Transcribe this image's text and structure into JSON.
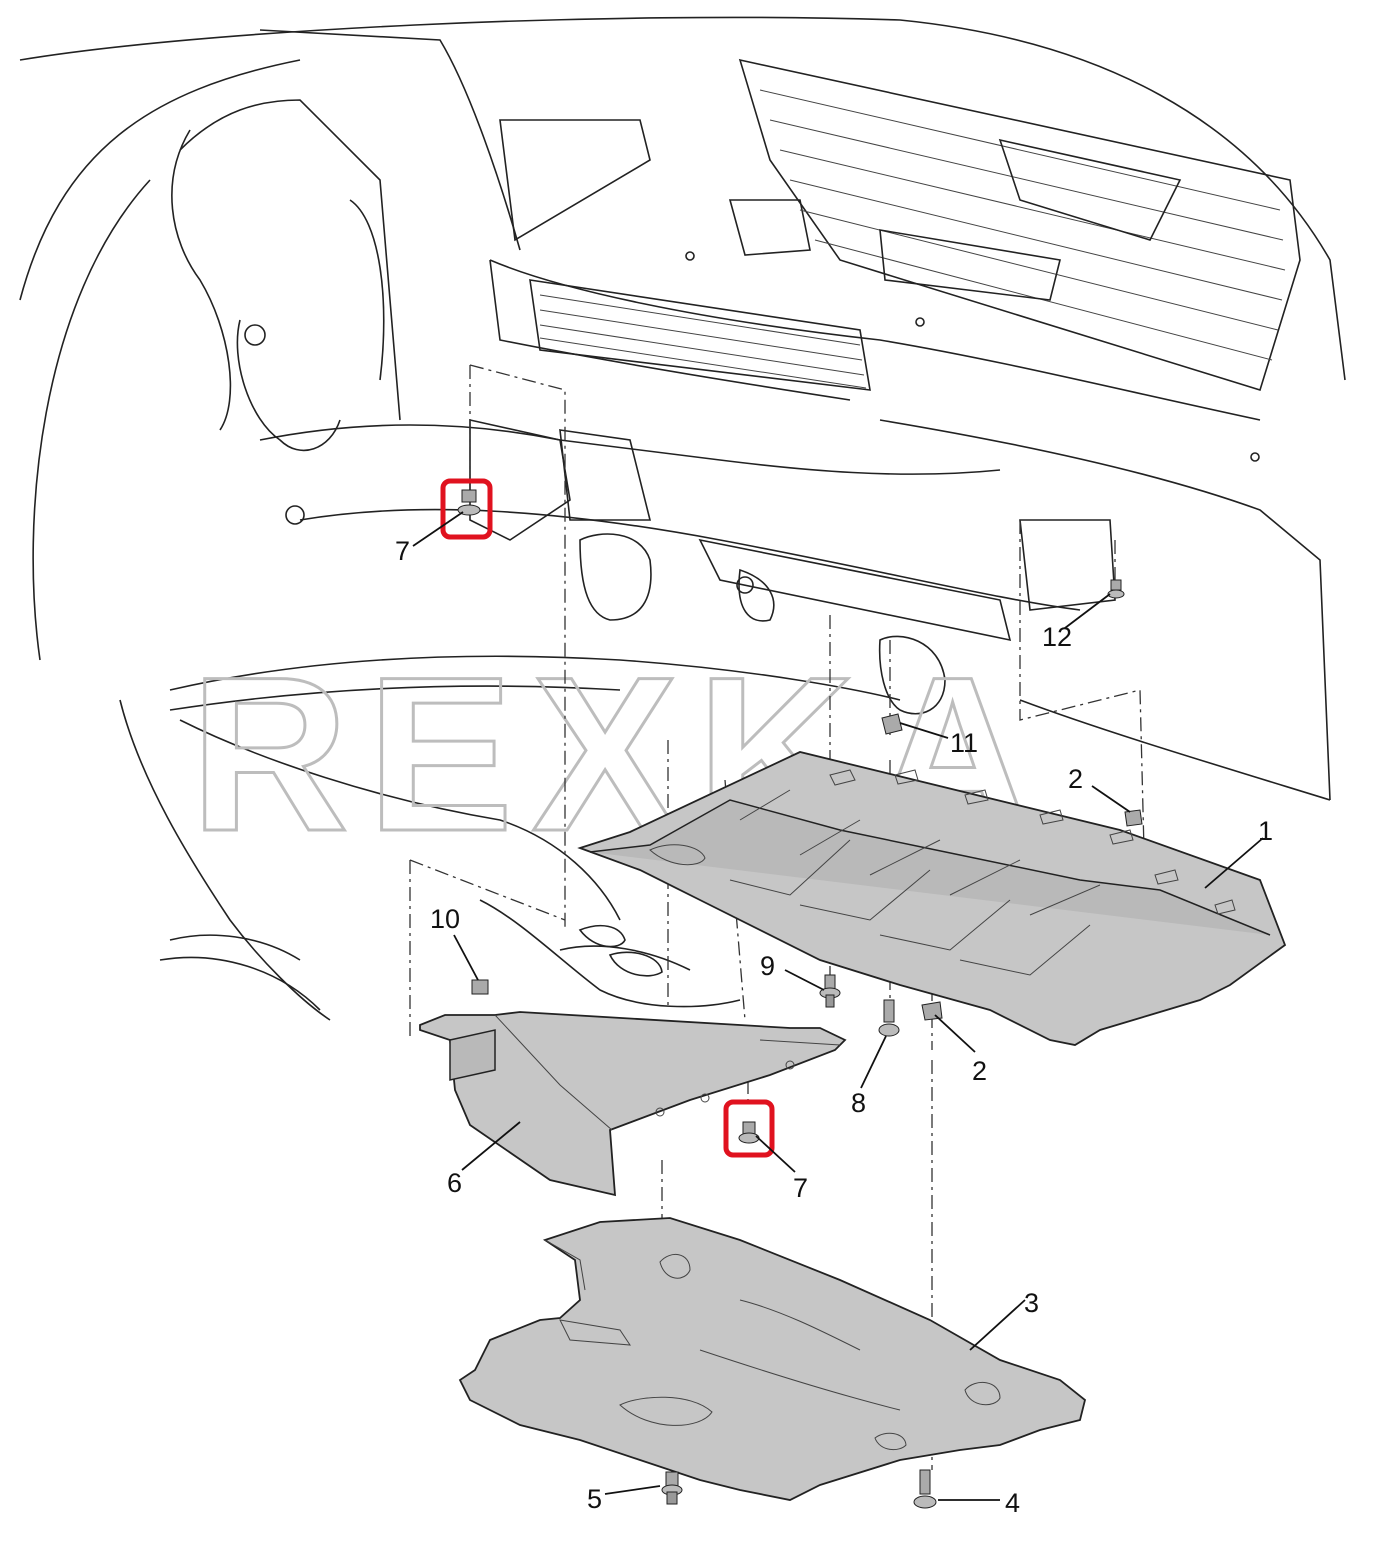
{
  "diagram": {
    "watermark": "REXKA",
    "highlight_color": "#e0121f",
    "callouts": [
      {
        "id": "c1",
        "label": "1"
      },
      {
        "id": "c2a",
        "label": "2"
      },
      {
        "id": "c2b",
        "label": "2"
      },
      {
        "id": "c3",
        "label": "3"
      },
      {
        "id": "c4",
        "label": "4"
      },
      {
        "id": "c5",
        "label": "5"
      },
      {
        "id": "c6",
        "label": "6"
      },
      {
        "id": "c7a",
        "label": "7"
      },
      {
        "id": "c7b",
        "label": "7"
      },
      {
        "id": "c8",
        "label": "8"
      },
      {
        "id": "c9",
        "label": "9"
      },
      {
        "id": "c10",
        "label": "10"
      },
      {
        "id": "c11",
        "label": "11"
      },
      {
        "id": "c12",
        "label": "12"
      }
    ]
  }
}
